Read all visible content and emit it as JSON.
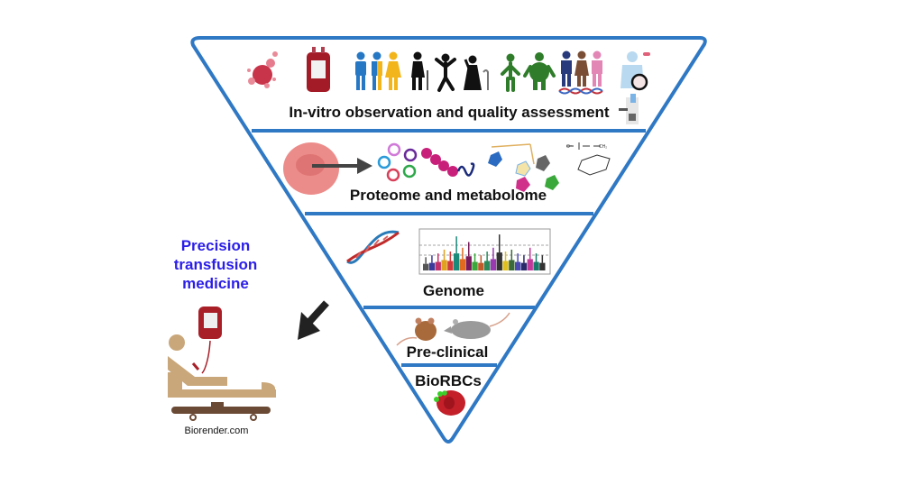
{
  "figure": {
    "type": "inverted-pyramid",
    "outline_color": "#2f78c4",
    "tiers": [
      {
        "label": "In-vitro observation and quality assessment",
        "icons": [
          "blood-droplet-splash-icon",
          "blood-bag-icon",
          "male-person-icon",
          "male-female-person-icon",
          "female-person-icon",
          "elderly-person-icon",
          "child-jumping-icon",
          "elderly-woman-cane-icon",
          "slim-person-icon",
          "obese-person-icon",
          "ethnic-diversity-people-dna-icon",
          "human-digestive-microbiome-icon",
          "microscope-icon"
        ]
      },
      {
        "label": "Proteome and metabolome",
        "icons": [
          "red-blood-cell-icon",
          "arrow-right-icon",
          "protein-folds-icon",
          "protein-chain-icon",
          "metabolite-rings-icon",
          "glucose-phosphate-structure-icon"
        ]
      },
      {
        "label": "Genome",
        "icons": [
          "dna-helix-icon",
          "manhattan-plot-icon"
        ]
      },
      {
        "label": "Pre-clinical",
        "icons": [
          "mouse-icon",
          "rat-icon"
        ]
      },
      {
        "label": "BioRBCs",
        "icons": [
          "labeled-red-blood-cell-icon"
        ]
      }
    ]
  },
  "outcome": {
    "lines": [
      "Precision",
      "transfusion",
      "medicine"
    ],
    "color": "#2b1ee8",
    "icon": "patient-transfusion-bed-icon"
  },
  "arrow": {
    "icon": "arrow-down-left-icon"
  },
  "credit": "Biorender.com",
  "colors": {
    "blood_red": "#b3202c",
    "rbc_pink": "#e97a7a",
    "male_blue": "#2778c4",
    "female_yellow": "#f2b51c",
    "green_person": "#2f7d2a",
    "bed_tan": "#c9a77a",
    "bed_brown": "#6b4a35"
  }
}
